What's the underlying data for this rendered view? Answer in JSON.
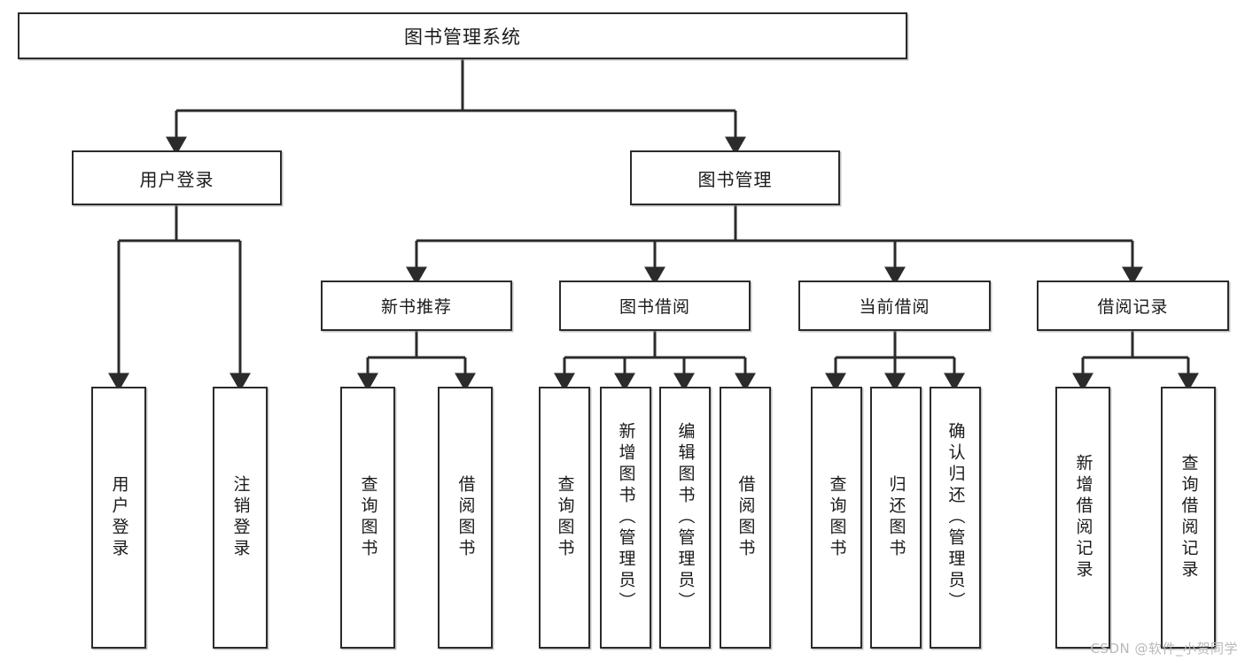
{
  "diagram": {
    "title": "图书管理系统",
    "type": "hierarchy-tree",
    "root": {
      "label": "图书管理系统"
    },
    "level2": [
      {
        "label": "用户登录"
      },
      {
        "label": "图书管理"
      }
    ],
    "level3": [
      {
        "label": "新书推荐"
      },
      {
        "label": "图书借阅"
      },
      {
        "label": "当前借阅"
      },
      {
        "label": "借阅记录"
      }
    ],
    "leaves": [
      {
        "label": "用户登录",
        "parent": "用户登录"
      },
      {
        "label": "注销登录",
        "parent": "用户登录"
      },
      {
        "label": "查询图书",
        "parent": "新书推荐"
      },
      {
        "label": "借阅图书",
        "parent": "新书推荐"
      },
      {
        "label": "查询图书",
        "parent": "图书借阅"
      },
      {
        "label": "新增图书（管理员）",
        "parent": "图书借阅"
      },
      {
        "label": "编辑图书（管理员）",
        "parent": "图书借阅"
      },
      {
        "label": "借阅图书",
        "parent": "图书借阅"
      },
      {
        "label": "查询图书",
        "parent": "当前借阅"
      },
      {
        "label": "归还图书",
        "parent": "当前借阅"
      },
      {
        "label": "确认归还（管理员）",
        "parent": "当前借阅"
      },
      {
        "label": "新增借阅记录",
        "parent": "借阅记录"
      },
      {
        "label": "查询借阅记录",
        "parent": "借阅记录"
      }
    ],
    "watermark": "CSDN @软件_小贺同学",
    "colors": {
      "border": "#2b2b2b",
      "background": "#ffffff",
      "text": "#1a1a1a",
      "connector": "#2b2b2b",
      "watermark": "#b9b9b9"
    }
  }
}
